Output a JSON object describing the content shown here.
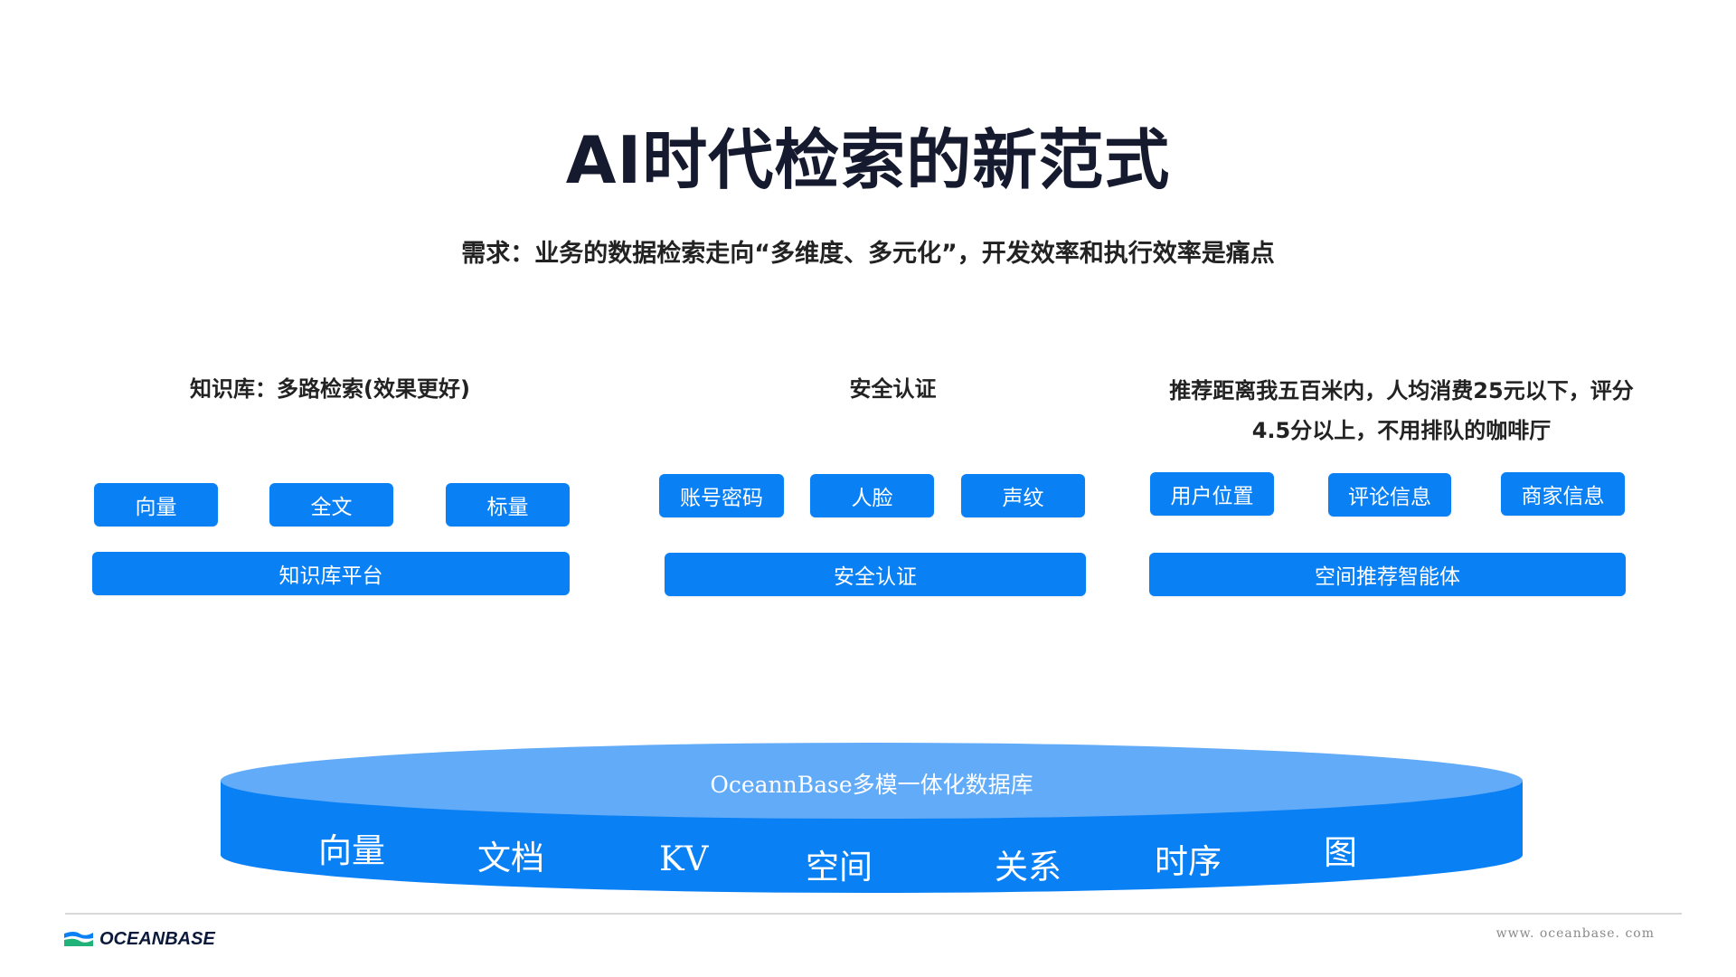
{
  "title": "AI时代检索的新范式",
  "subtitle": "需求：业务的数据检索走向“多维度、多元化”，开发效率和执行效率是痛点",
  "columns": [
    {
      "heading": "知识库：多路检索(效果更好)",
      "chips": [
        "向量",
        "全文",
        "标量"
      ],
      "platform": "知识库平台"
    },
    {
      "heading": "安全认证",
      "chips": [
        "账号密码",
        "人脸",
        "声纹"
      ],
      "platform": "安全认证"
    },
    {
      "heading_line1": "推荐距离我五百米内，人均消费25元以下，评分",
      "heading_line2": "4.5分以上，不用排队的咖啡厅",
      "chips": [
        "用户位置",
        "评论信息",
        "商家信息"
      ],
      "platform": "空间推荐智能体"
    }
  ],
  "database": {
    "name": "OceannBase多模一体化数据库",
    "models": [
      "向量",
      "文档",
      "KV",
      "空间",
      "关系",
      "时序",
      "图"
    ]
  },
  "footer": {
    "logo_text": "OCEANBASE",
    "url": "www. oceanbase. com"
  },
  "colors": {
    "button": "#0a80f5",
    "cylinder_top": "#62abf8",
    "cylinder_body": "#0a80f5"
  }
}
